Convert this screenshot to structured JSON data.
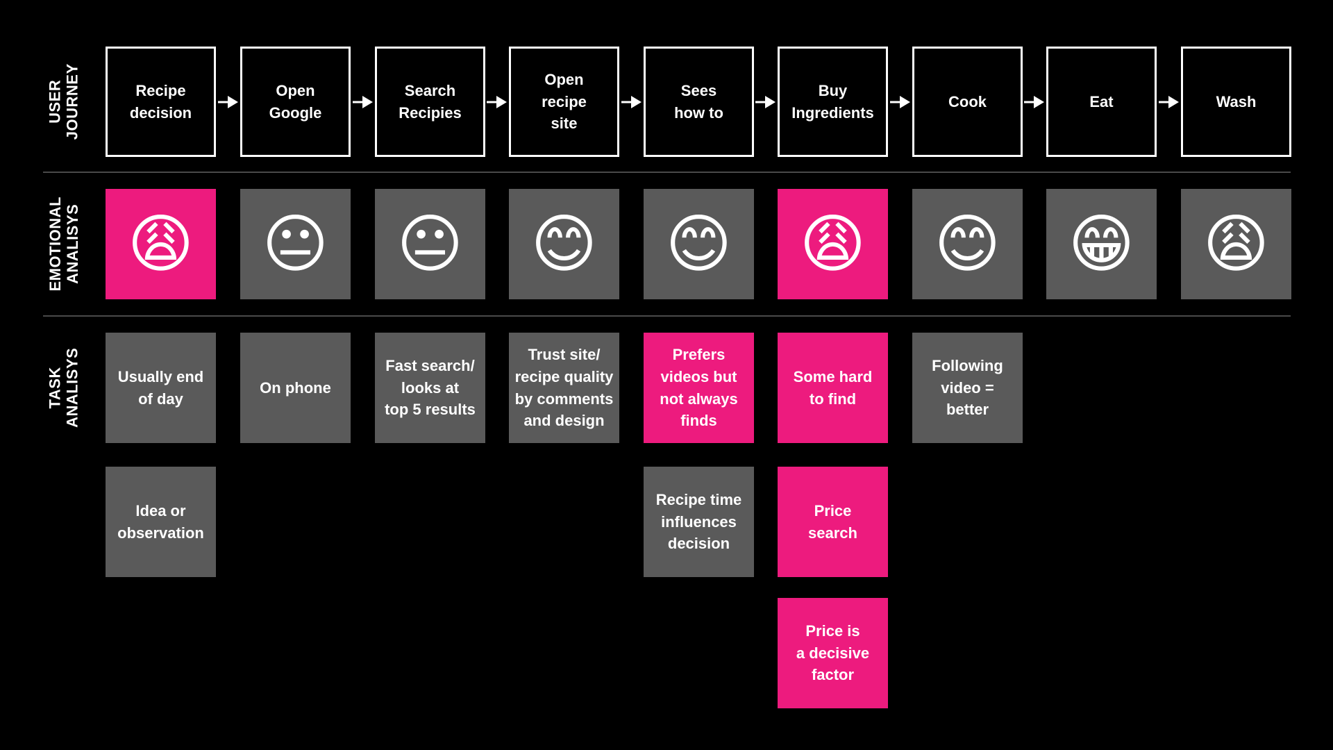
{
  "colors": {
    "background": "#000000",
    "pink": "#ED1B7E",
    "gray": "#5A5A5A",
    "text": "#FFFFFF",
    "divider": "#4A4A4A"
  },
  "rows": {
    "journey_label": "USER\nJOURNEY",
    "emotion_label": "EMOTIONAL\nANALISYS",
    "task_label": "TASK\nANALISYS"
  },
  "steps": [
    {
      "label": "Recipe\ndecision"
    },
    {
      "label": "Open\nGoogle"
    },
    {
      "label": "Search\nRecipies"
    },
    {
      "label": "Open\nrecipe\nsite"
    },
    {
      "label": "Sees\nhow to"
    },
    {
      "label": "Buy\nIngredients"
    },
    {
      "label": "Cook"
    },
    {
      "label": "Eat"
    },
    {
      "label": "Wash"
    }
  ],
  "emotions": [
    {
      "emoji": "😩",
      "icon": "weary-face-icon",
      "highlight": true
    },
    {
      "emoji": "😐",
      "icon": "neutral-face-icon",
      "highlight": false
    },
    {
      "emoji": "😐",
      "icon": "neutral-face-icon",
      "highlight": false
    },
    {
      "emoji": "😊",
      "icon": "smiling-face-icon",
      "highlight": false
    },
    {
      "emoji": "😊",
      "icon": "smiling-face-icon",
      "highlight": false
    },
    {
      "emoji": "😩",
      "icon": "weary-face-icon",
      "highlight": true
    },
    {
      "emoji": "😊",
      "icon": "smiling-face-icon",
      "highlight": false
    },
    {
      "emoji": "😁",
      "icon": "grinning-face-icon",
      "highlight": false
    },
    {
      "emoji": "😩",
      "icon": "weary-face-icon",
      "highlight": false
    }
  ],
  "tasks": [
    {
      "text": "Usually end\nof day",
      "step": 0,
      "level": 0,
      "highlight": false
    },
    {
      "text": "Idea or\nobservation",
      "step": 0,
      "level": 1,
      "highlight": false
    },
    {
      "text": "On phone",
      "step": 1,
      "level": 0,
      "highlight": false
    },
    {
      "text": "Fast search/\nlooks at\ntop 5 results",
      "step": 2,
      "level": 0,
      "highlight": false
    },
    {
      "text": "Trust site/\nrecipe quality\nby comments\nand design",
      "step": 3,
      "level": 0,
      "highlight": false
    },
    {
      "text": "Prefers\nvideos but\nnot always\nfinds",
      "step": 4,
      "level": 0,
      "highlight": true
    },
    {
      "text": "Recipe time\ninfluences\ndecision",
      "step": 4,
      "level": 1,
      "highlight": false
    },
    {
      "text": "Some hard\nto find",
      "step": 5,
      "level": 0,
      "highlight": true
    },
    {
      "text": "Price\nsearch",
      "step": 5,
      "level": 1,
      "highlight": true
    },
    {
      "text": "Price is\na decisive\nfactor",
      "step": 5,
      "level": 2,
      "highlight": true
    },
    {
      "text": "Following\nvideo =\nbetter",
      "step": 6,
      "level": 0,
      "highlight": false
    }
  ]
}
